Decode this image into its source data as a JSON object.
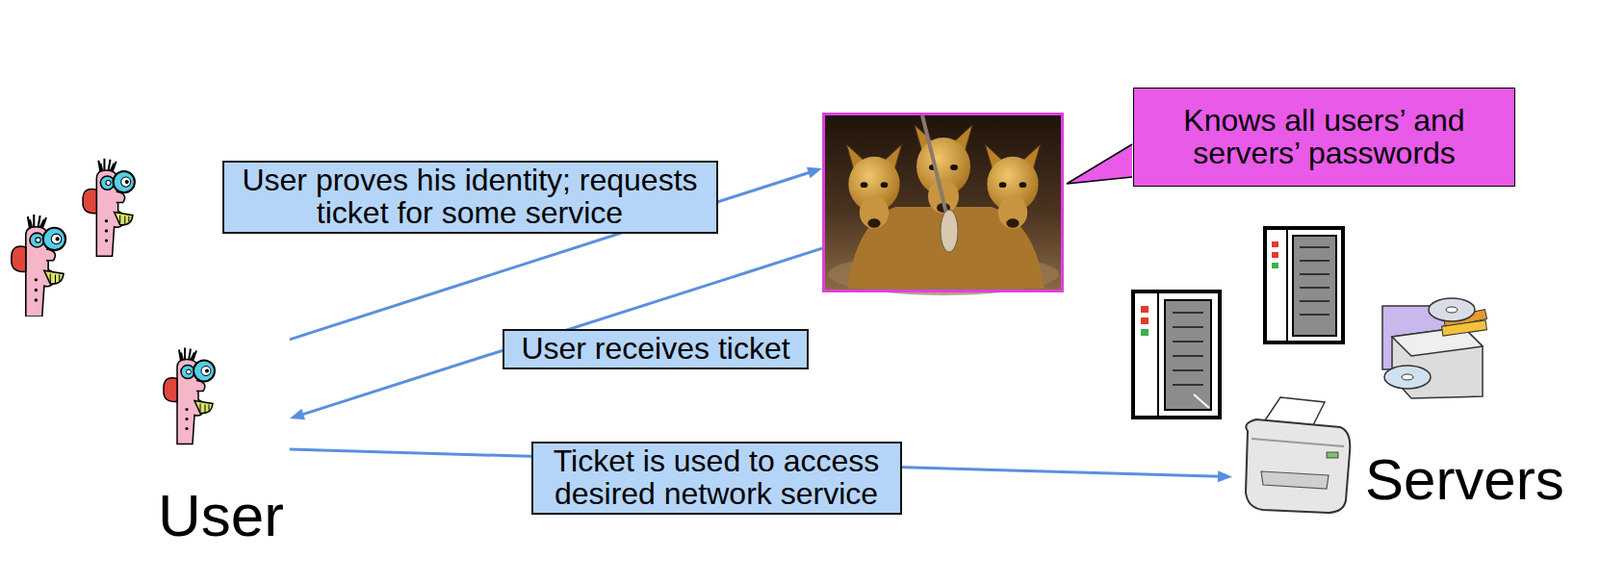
{
  "diagram": {
    "nodes": [
      {
        "text": [
          "User"
        ]
      },
      {
        "text": [
          "Knows all users’ and servers’ passwords"
        ]
      },
      {
        "text": [
          "Servers"
        ]
      }
    ],
    "edges": [
      {
        "from": 0,
        "to": 1,
        "arrow": "to",
        "label": "User proves his identity; requests ticket for some service"
      },
      {
        "from": 1,
        "to": 0,
        "arrow": "to",
        "label": "User receives ticket"
      },
      {
        "from": 0,
        "to": 2,
        "arrow": "to",
        "label": "Ticket is used to access desired network service"
      }
    ]
  }
}
